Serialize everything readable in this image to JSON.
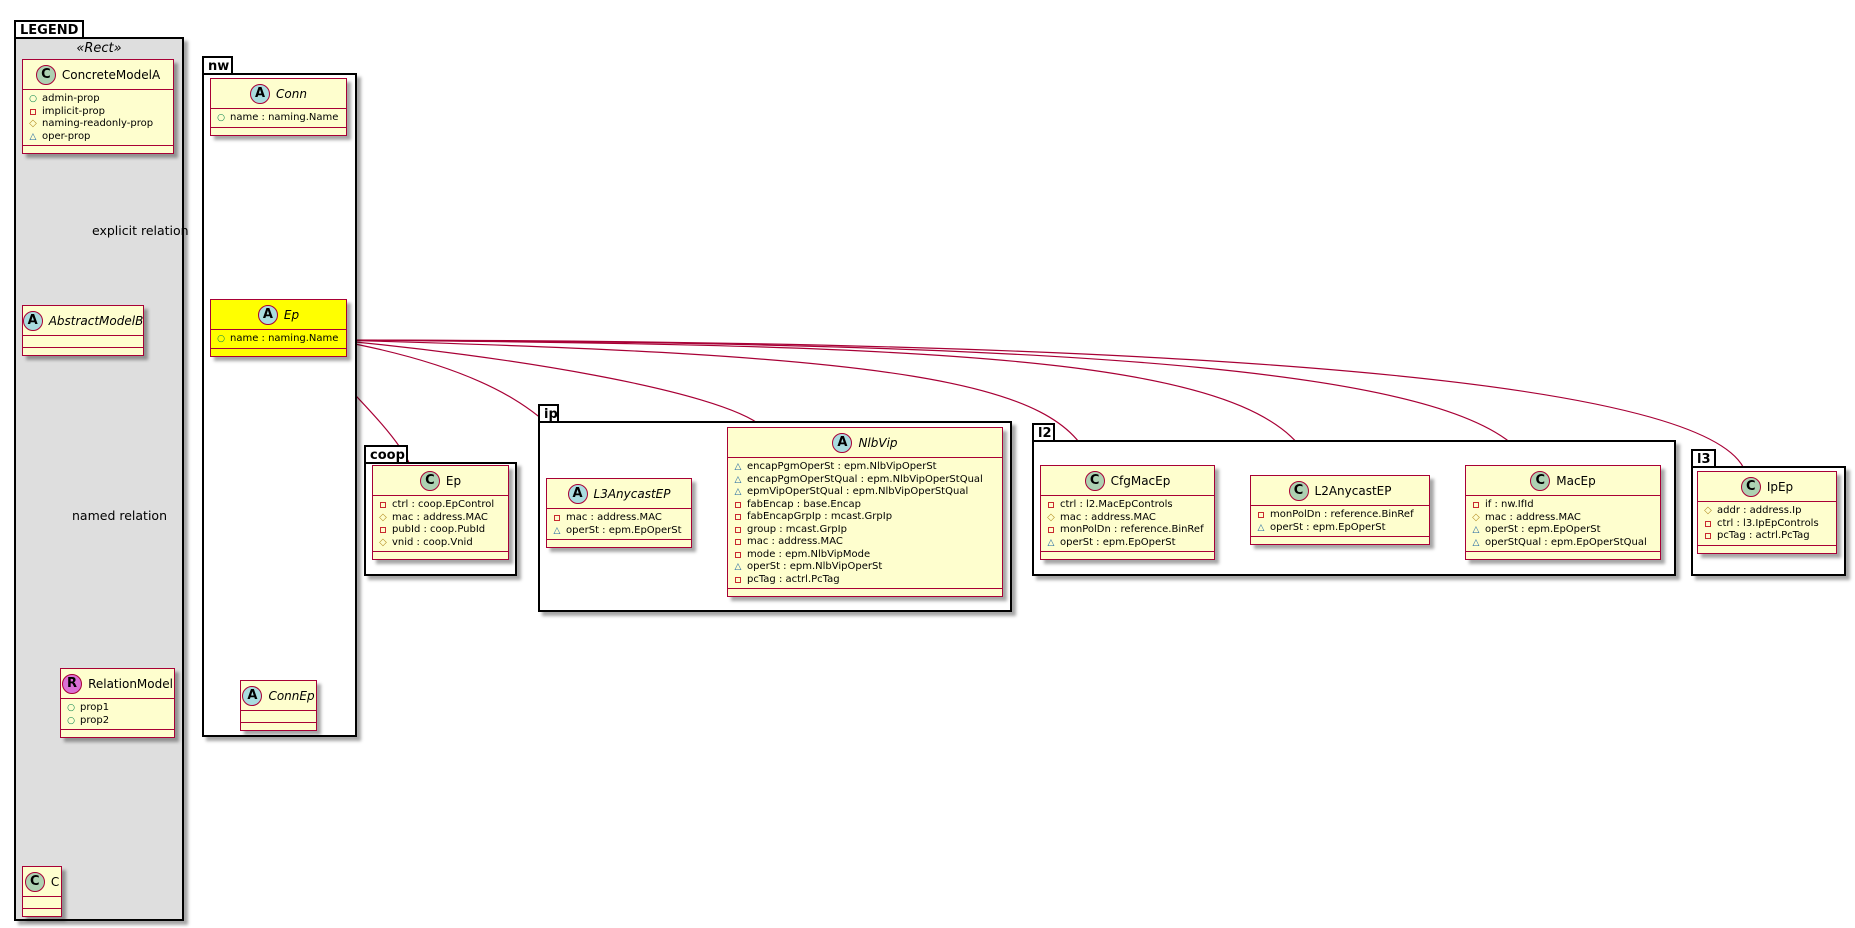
{
  "packages": {
    "legend": {
      "title": "LEGEND",
      "stereotype": "«Rect»"
    },
    "nw": {
      "title": "nw"
    },
    "coop": {
      "title": "coop"
    },
    "ip": {
      "title": "ip"
    },
    "l2": {
      "title": "l2"
    },
    "l3": {
      "title": "l3"
    }
  },
  "classes": {
    "concrete_model_a": {
      "kind": "C",
      "name": "ConcreteModelA",
      "attrs": [
        {
          "vis": "pub",
          "text": "admin-prop"
        },
        {
          "vis": "priv",
          "text": "implicit-prop"
        },
        {
          "vis": "prot",
          "text": "naming-readonly-prop"
        },
        {
          "vis": "pkgv",
          "text": "oper-prop"
        }
      ]
    },
    "abstract_model_b": {
      "kind": "A",
      "name": "AbstractModelB",
      "attrs": []
    },
    "relation_model": {
      "kind": "R",
      "name": "RelationModel",
      "attrs": [
        {
          "vis": "pub",
          "text": "prop1"
        },
        {
          "vis": "pub",
          "text": "prop2"
        }
      ]
    },
    "c": {
      "kind": "C",
      "name": "C",
      "attrs": []
    },
    "nw_conn": {
      "kind": "A",
      "name": "Conn",
      "attrs": [
        {
          "vis": "pub",
          "text": "name : naming.Name"
        }
      ]
    },
    "nw_ep": {
      "kind": "A",
      "name": "Ep",
      "attrs": [
        {
          "vis": "pub",
          "text": "name : naming.Name"
        }
      ]
    },
    "nw_connep": {
      "kind": "A",
      "name": "ConnEp",
      "attrs": []
    },
    "coop_ep": {
      "kind": "C",
      "name": "Ep",
      "attrs": [
        {
          "vis": "priv",
          "text": "ctrl : coop.EpControl"
        },
        {
          "vis": "prot",
          "text": "mac : address.MAC"
        },
        {
          "vis": "priv",
          "text": "pubId : coop.PubId"
        },
        {
          "vis": "prot",
          "text": "vnid : coop.Vnid"
        }
      ]
    },
    "ip_l3anycastep": {
      "kind": "A",
      "name": "L3AnycastEP",
      "attrs": [
        {
          "vis": "priv",
          "text": "mac : address.MAC"
        },
        {
          "vis": "pkgv",
          "text": "operSt : epm.EpOperSt"
        }
      ]
    },
    "ip_nlbvip": {
      "kind": "A",
      "name": "NlbVip",
      "attrs": [
        {
          "vis": "pkgv",
          "text": "encapPgmOperSt : epm.NlbVipOperSt"
        },
        {
          "vis": "pkgv",
          "text": "encapPgmOperStQual : epm.NlbVipOperStQual"
        },
        {
          "vis": "pkgv",
          "text": "epmVipOperStQual : epm.NlbVipOperStQual"
        },
        {
          "vis": "priv",
          "text": "fabEncap : base.Encap"
        },
        {
          "vis": "priv",
          "text": "fabEncapGrpIp : mcast.GrpIp"
        },
        {
          "vis": "priv",
          "text": "group : mcast.GrpIp"
        },
        {
          "vis": "priv",
          "text": "mac : address.MAC"
        },
        {
          "vis": "priv",
          "text": "mode : epm.NlbVipMode"
        },
        {
          "vis": "pkgv",
          "text": "operSt : epm.NlbVipOperSt"
        },
        {
          "vis": "priv",
          "text": "pcTag : actrl.PcTag"
        }
      ]
    },
    "l2_cfgmacep": {
      "kind": "C",
      "name": "CfgMacEp",
      "attrs": [
        {
          "vis": "priv",
          "text": "ctrl : l2.MacEpControls"
        },
        {
          "vis": "prot",
          "text": "mac : address.MAC"
        },
        {
          "vis": "priv",
          "text": "monPolDn : reference.BinRef"
        },
        {
          "vis": "pkgv",
          "text": "operSt : epm.EpOperSt"
        }
      ]
    },
    "l2_l2anycastep": {
      "kind": "C",
      "name": "L2AnycastEP",
      "attrs": [
        {
          "vis": "priv",
          "text": "monPolDn : reference.BinRef"
        },
        {
          "vis": "pkgv",
          "text": "operSt : epm.EpOperSt"
        }
      ]
    },
    "l2_macep": {
      "kind": "C",
      "name": "MacEp",
      "attrs": [
        {
          "vis": "priv",
          "text": "if : nw.IfId"
        },
        {
          "vis": "prot",
          "text": "mac : address.MAC"
        },
        {
          "vis": "pkgv",
          "text": "operSt : epm.EpOperSt"
        },
        {
          "vis": "pkgv",
          "text": "operStQual : epm.EpOperStQual"
        }
      ]
    },
    "l3_ipep": {
      "kind": "C",
      "name": "IpEp",
      "attrs": [
        {
          "vis": "prot",
          "text": "addr : address.Ip"
        },
        {
          "vis": "priv",
          "text": "ctrl : l3.IpEpControls"
        },
        {
          "vis": "priv",
          "text": "pcTag : actrl.PcTag"
        }
      ]
    }
  },
  "edge_labels": {
    "explicit": "explicit relation",
    "named": "named relation"
  },
  "colors": {
    "class_fill": "#fefece",
    "class_border": "#a80036",
    "highlight_fill": "#ffff00",
    "edge": "#a80036",
    "legend_bg": "#dedede"
  }
}
